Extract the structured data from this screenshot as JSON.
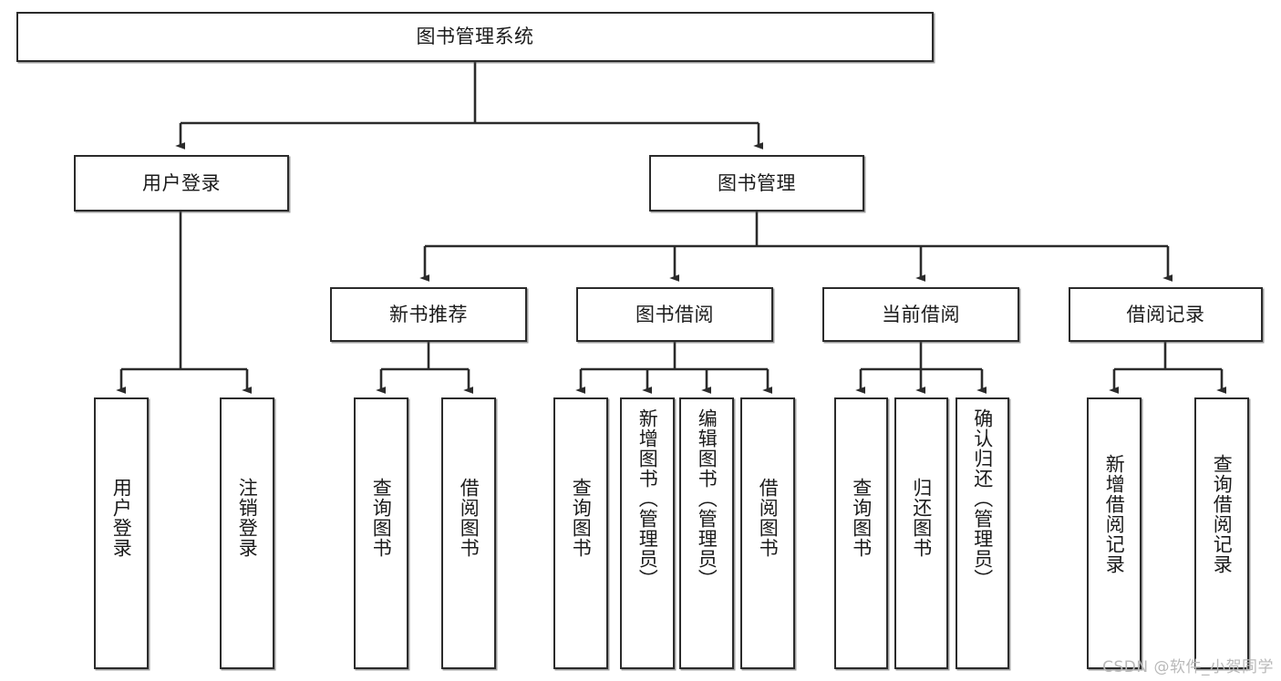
{
  "diagram": {
    "title": "图书管理系统",
    "watermark": "CSDN @软件_小贺同学",
    "line_color": "#2b2b2b",
    "box_border_color": "#2b2b2b",
    "text_color": "#1b1b1b",
    "background": "#ffffff",
    "root": {
      "label": "图书管理系统"
    },
    "level2": [
      {
        "label": "用户登录"
      },
      {
        "label": "图书管理"
      }
    ],
    "level3": [
      {
        "label": "新书推荐"
      },
      {
        "label": "图书借阅"
      },
      {
        "label": "当前借阅"
      },
      {
        "label": "借阅记录"
      }
    ],
    "leaves": {
      "user_login": [
        {
          "label": "用户登录"
        },
        {
          "label": "注销登录"
        }
      ],
      "new_book_recommend": [
        {
          "label": "查询图书"
        },
        {
          "label": "借阅图书"
        }
      ],
      "book_borrow": [
        {
          "label": "查询图书"
        },
        {
          "label": "新增图书（管理员）"
        },
        {
          "label": "编辑图书（管理员）"
        },
        {
          "label": "借阅图书"
        }
      ],
      "current_borrow": [
        {
          "label": "查询图书"
        },
        {
          "label": "归还图书"
        },
        {
          "label": "确认归还（管理员）"
        }
      ],
      "borrow_record": [
        {
          "label": "新增借阅记录"
        },
        {
          "label": "查询借阅记录"
        }
      ]
    }
  }
}
